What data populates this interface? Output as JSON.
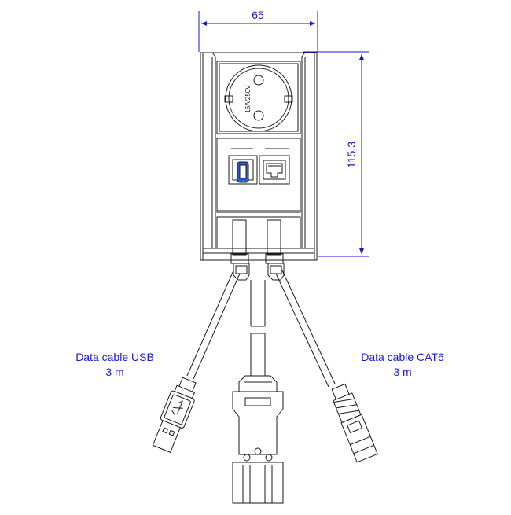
{
  "dimensions": {
    "width_label": "65",
    "height_label": "115,3"
  },
  "socket": {
    "rating_label": "16A/250V"
  },
  "cables": {
    "usb": {
      "line1": "Data cable USB",
      "line2": "3 m"
    },
    "cat6": {
      "line1": "Data cable CAT6",
      "line2": "3 m"
    }
  },
  "colors": {
    "dimension": "#1a1acc",
    "outline": "#1a1a1a",
    "usb_accent": "#2a5ee8"
  }
}
